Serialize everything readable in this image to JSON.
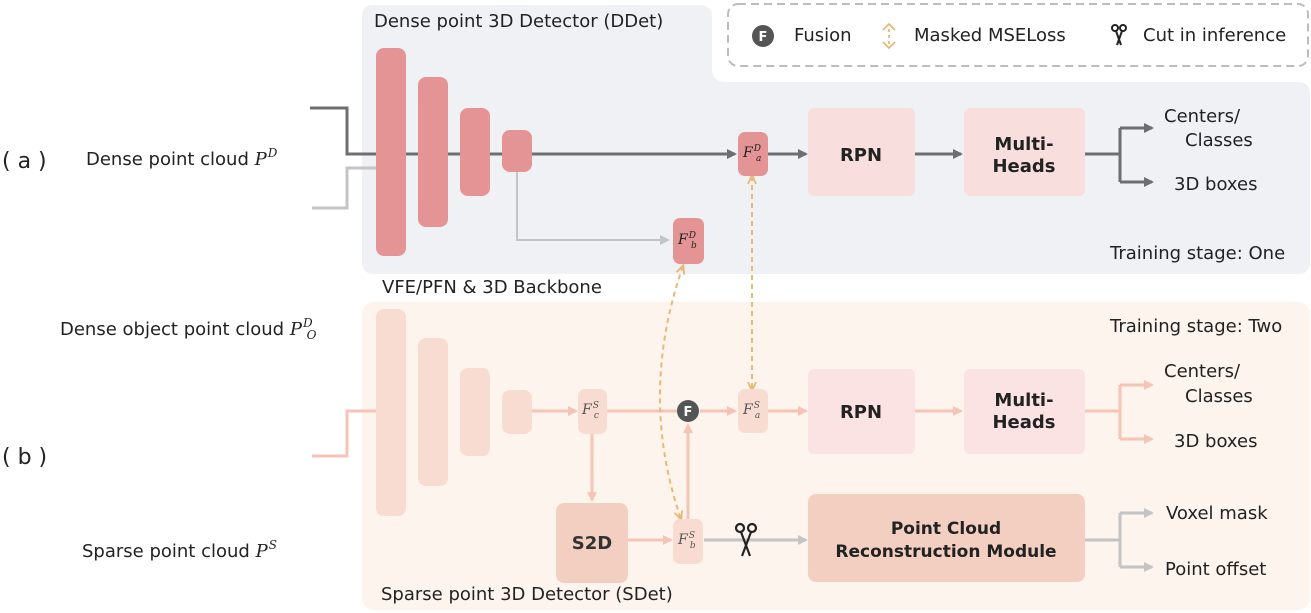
{
  "labels": {
    "ddet_title": "Dense point 3D Detector (DDet)",
    "sdet_title": "Sparse point 3D Detector (SDet)",
    "a_marker": "( a )",
    "b_marker": "( b )",
    "dense_pc_text": "Dense point cloud",
    "dense_obj_pc_text": "Dense object point cloud",
    "sparse_pc_text": "Sparse point cloud",
    "vfe_backbone": "VFE/PFN & 3D Backbone",
    "stage_one": "Training stage: One",
    "stage_two": "Training stage: Two"
  },
  "legend": {
    "fusion_glyph": "F",
    "fusion": "Fusion",
    "masked_mse": "Masked MSELoss",
    "cut": "Cut in inference"
  },
  "math": {
    "pd_base": "P",
    "pd_sup": "D",
    "pod_base": "P",
    "pod_sup": "D",
    "pod_sub": "O",
    "ps_base": "P",
    "ps_sup": "S",
    "fad_base": "F",
    "fad_sup": "D",
    "fad_sub": "a",
    "fbd_base": "F",
    "fbd_sup": "D",
    "fbd_sub": "b",
    "fcs_base": "F",
    "fcs_sup": "S",
    "fcs_sub": "c",
    "fas_base": "F",
    "fas_sup": "S",
    "fas_sub": "a",
    "fbs_base": "F",
    "fbs_sup": "S",
    "fbs_sub": "b"
  },
  "modules": {
    "rpn_top": "RPN",
    "heads_top_1": "Multi-",
    "heads_top_2": "Heads",
    "rpn_bot": "RPN",
    "heads_bot_1": "Multi-",
    "heads_bot_2": "Heads",
    "s2d": "S2D",
    "pcr_1": "Point Cloud",
    "pcr_2": "Reconstruction Module",
    "fusion_node": "F"
  },
  "outputs": {
    "top_centers_1": "Centers/",
    "top_centers_2": "Classes",
    "top_boxes": "3D boxes",
    "bot_centers_1": "Centers/",
    "bot_centers_2": "Classes",
    "bot_boxes": "3D boxes",
    "voxel_mask": "Voxel mask",
    "point_offset": "Point offset"
  },
  "colors": {
    "dense_panel": "#f0f1f4",
    "sparse_panel": "#fdf4ee",
    "dense_block": "#e59495",
    "sparse_block": "#f8dcd2",
    "rpn_heads_fill": "#f9dede",
    "arrow_dark": "#6e6e6e",
    "arrow_sparse": "#f5c4b6",
    "mse_dashed": "#e8b874"
  }
}
